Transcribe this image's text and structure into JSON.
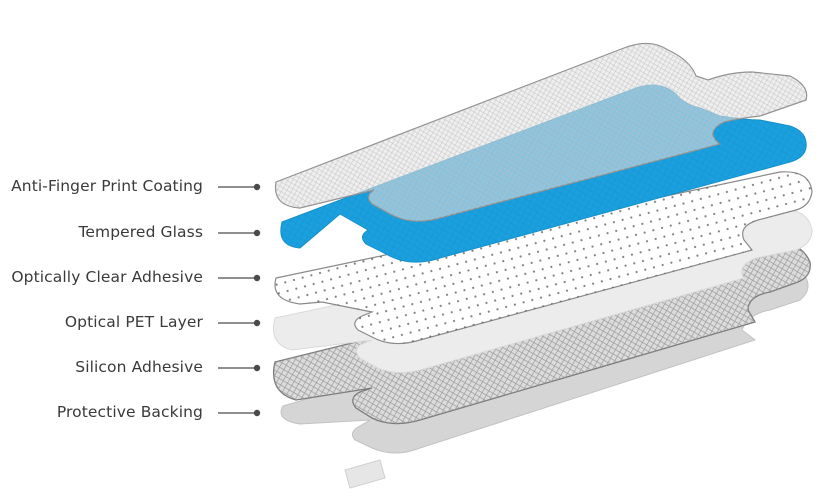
{
  "diagram": {
    "layers": [
      {
        "label": "Anti-Finger Print Coating",
        "pattern": "fine-crosshatch"
      },
      {
        "label": "Tempered Glass",
        "pattern": "blue-grid",
        "color": "#1BA0DF"
      },
      {
        "label": "Optically Clear Adhesive",
        "pattern": "dots"
      },
      {
        "label": "Optical PET Layer",
        "pattern": "plain-light-gray"
      },
      {
        "label": "Silicon Adhesive",
        "pattern": "crosshatch"
      },
      {
        "label": "Protective Backing",
        "pattern": "plain-gray"
      }
    ],
    "colors": {
      "label_text": "#3a3a3a",
      "leader_line": "#4a4a4a",
      "glass_blue": "#1BA0DF",
      "outline": "#8a8a8a"
    }
  }
}
